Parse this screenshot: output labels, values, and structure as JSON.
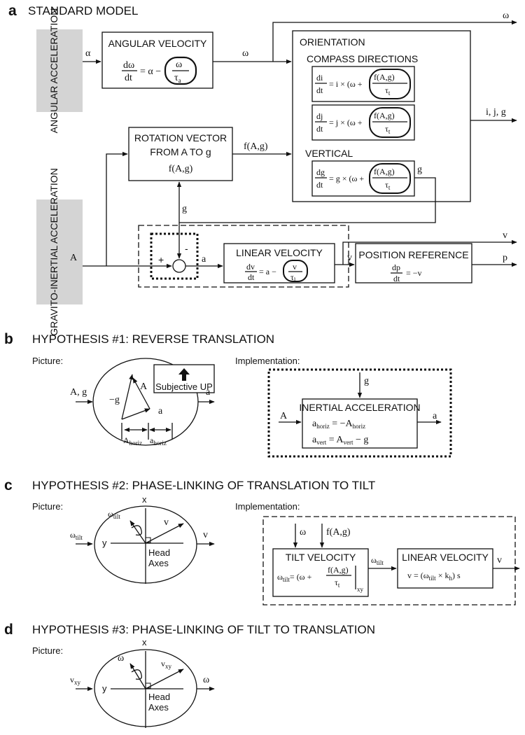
{
  "panel_a": {
    "letter": "a",
    "title": "STANDARD MODEL",
    "angular_acceleration": "ANGULAR ACCELERATION",
    "gravito_inertial": "GRAVITO-INERTIAL ACCELERATION",
    "angular_velocity": "ANGULAR VELOCITY",
    "orientation": "ORIENTATION",
    "compass": "COMPASS DIRECTIONS",
    "vertical": "VERTICAL",
    "rotation_vector_1": "ROTATION VECTOR",
    "rotation_vector_2": "FROM A TO g",
    "linear_velocity": "LINEAR VELOCITY",
    "position_reference": "POSITION REFERENCE",
    "plus": "+",
    "minus": "-"
  },
  "panel_b": {
    "letter": "b",
    "title": "HYPOTHESIS #1:  REVERSE TRANSLATION",
    "picture": "Picture:",
    "implementation": "Implementation:",
    "subjective_up": "Subjective UP",
    "inertial_acceleration": "INERTIAL ACCELERATION"
  },
  "panel_c": {
    "letter": "c",
    "title": "HYPOTHESIS #2:  PHASE-LINKING OF TRANSLATION TO TILT",
    "picture": "Picture:",
    "implementation": "Implementation:",
    "tilt_velocity": "TILT VELOCITY",
    "linear_velocity": "LINEAR VELOCITY",
    "head": "Head",
    "axes": "Axes",
    "x": "x",
    "y": "y"
  },
  "panel_d": {
    "letter": "d",
    "title": "HYPOTHESIS #3:  PHASE-LINKING OF TILT TO TRANSLATION",
    "picture": "Picture:",
    "head": "Head",
    "axes": "Axes",
    "x": "x",
    "y": "y"
  }
}
